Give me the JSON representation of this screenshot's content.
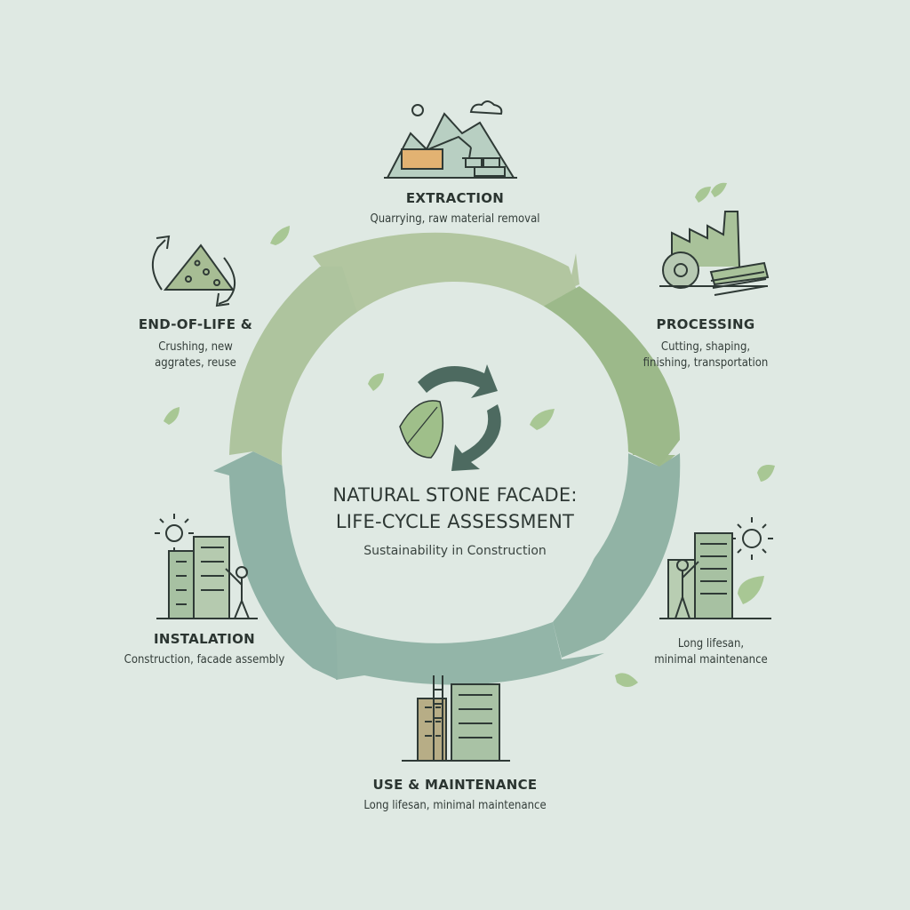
{
  "center": {
    "title_line1": "NATURAL STONE FACADE:",
    "title_line2": "LIFE-CYCLE ASSESSMENT",
    "subtitle": "Sustainability in Construction"
  },
  "stages": {
    "extraction": {
      "title": "EXTRACTION",
      "desc": "Quarrying, raw material removal"
    },
    "processing": {
      "title": "PROCESSING",
      "desc_line1": "Cutting, shaping,",
      "desc_line2": "finishing, transportation"
    },
    "long_life": {
      "desc_line1": "Long lifesan,",
      "desc_line2": "minimal maintenance"
    },
    "use_maintenance": {
      "title": "USE & MAINTENANCE",
      "desc": "Long lifesan, minimal maintenance"
    },
    "installation": {
      "title": "INSTALATION",
      "desc": "Construction, facade assembly"
    },
    "end_of_life": {
      "title": "END-OF-LIFE &",
      "desc_line1": "Crushing, new",
      "desc_line2": "aggrates, reuse"
    }
  },
  "colors": {
    "background": "#dfe9e3",
    "ring_light_green": "#b2c6a0",
    "ring_mid_green": "#9cb98a",
    "ring_teal": "#8fb2a6",
    "icon_stroke": "#2f3a36",
    "leaf": "#9fbf8a",
    "recycle_dark": "#4d6a60"
  },
  "icons": [
    "mountain-quarry-icon",
    "factory-saw-icon",
    "worker-building-icon",
    "buildings-scaffold-icon",
    "installer-building-icon",
    "recycle-rubble-icon",
    "recycle-arrows-icon",
    "leaf-icon",
    "sun-icon"
  ]
}
